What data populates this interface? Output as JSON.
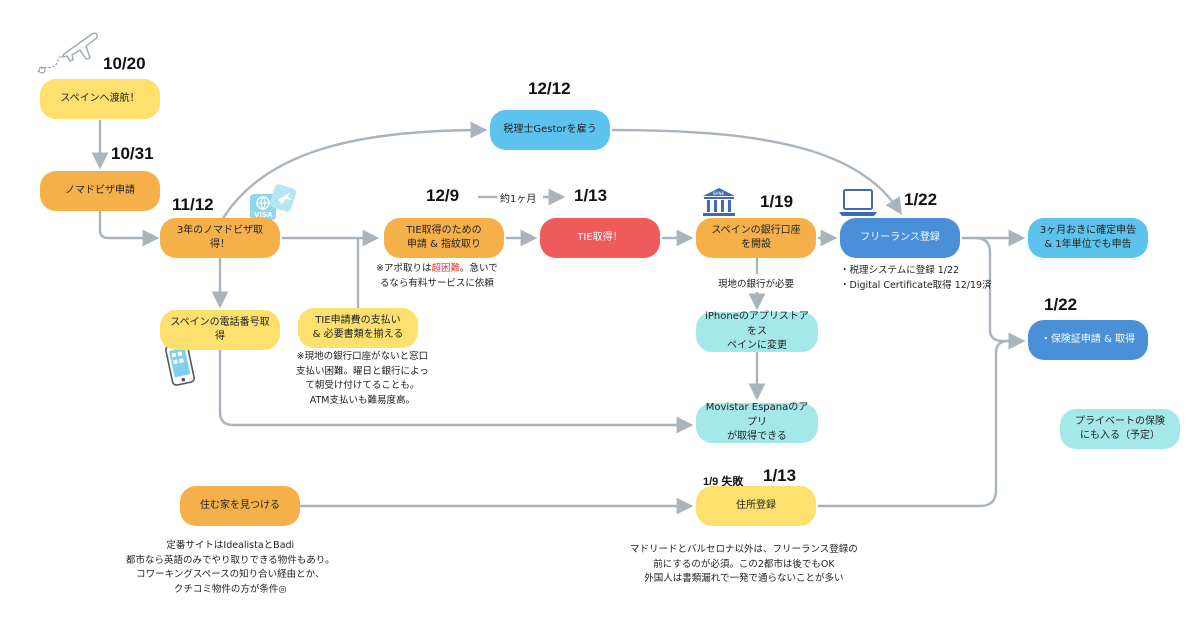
{
  "colors": {
    "yellow": "#fde06e",
    "orange": "#f5b04a",
    "red": "#ef5b5b",
    "blue": "#4a90d9",
    "light_blue": "#5bc3ee",
    "cyan": "#a5e8ea",
    "connector": "#a9b4bd"
  },
  "icons": [
    "airplane-icon",
    "visa-card-icon",
    "phone-icon",
    "bank-icon",
    "laptop-icon"
  ],
  "dates": {
    "d1020": "10/20",
    "d1031": "10/31",
    "d1112": "11/12",
    "d1212": "12/12",
    "d129": "12/9",
    "d113a": "1/13",
    "d119": "1/19",
    "d122a": "1/22",
    "d122b": "1/22",
    "d19fail": "1/9 失敗",
    "d113b": "1/13"
  },
  "duration_label": "約1ヶ月",
  "nodes": {
    "spain_arrival": "スペインへ渡航！",
    "nomad_visa_apply": "ノマドビザ申請",
    "nomad_visa_get": "3年のノマドビザ取得！",
    "gestor": "税理士Gestorを雇う",
    "tie_apply_l1": "TIE取得のための",
    "tie_apply_l2": "申請 & 指紋取り",
    "tie_get": "TIE取得！",
    "bank_l1": "スペインの銀行口座",
    "bank_l2": "を開設",
    "freelance": "フリーランス登録",
    "tax_filing_l1": "3ヶ月おきに確定申告",
    "tax_filing_l2": "& 1年単位でも申告",
    "phone_number": "スペインの電話番号取得",
    "tie_fee_l1": "TIE申請費の支払い",
    "tie_fee_l2": "& 必要書類を揃える",
    "iphone_app_l1": "iPhoneのアプリストアをス",
    "iphone_app_l2": "ペインに変更",
    "movistar_l1": "Movistar Espanaのアプリ",
    "movistar_l2": "が取得できる",
    "insurance": "・保険証申請 & 取得",
    "private_insurance_l1": "プライベートの保険",
    "private_insurance_l2": "にも入る（予定）",
    "housing": "住む家を見つける",
    "address_registration": "住所登録"
  },
  "notes": {
    "tie_appt_l1_pre": "※アポ取りは",
    "tie_appt_l1_hl": "超困難",
    "tie_appt_l1_post": "。急いで",
    "tie_appt_l2": "るなら有料サービスに依頼",
    "local_bank_required": "現地の銀行が必要",
    "freelance_l1": "・税理システムに登録 1/22",
    "freelance_l2": "・Digital Certificate取得 12/19済",
    "tie_fee_l1": "※現地の銀行口座がないと窓口",
    "tie_fee_l2": "支払い困難。曜日と銀行によっ",
    "tie_fee_l3": "て朝受け付けてることも。",
    "tie_fee_l4": "ATM支払いも難易度高。",
    "housing_l1": "定番サイトはIdealistaとBadi",
    "housing_l2": "都市なら英語のみでやり取りできる物件もあり。",
    "housing_l3": "コワーキングスペースの知り合い経由とか、",
    "housing_l4": "クチコミ物件の方が条件◎",
    "address_l1": "マドリードとバルセロナ以外は、フリーランス登録の",
    "address_l2": "前にするのが必須。この2都市は後でもOK",
    "address_l3": "外国人は書類漏れで一発で通らないことが多い"
  }
}
